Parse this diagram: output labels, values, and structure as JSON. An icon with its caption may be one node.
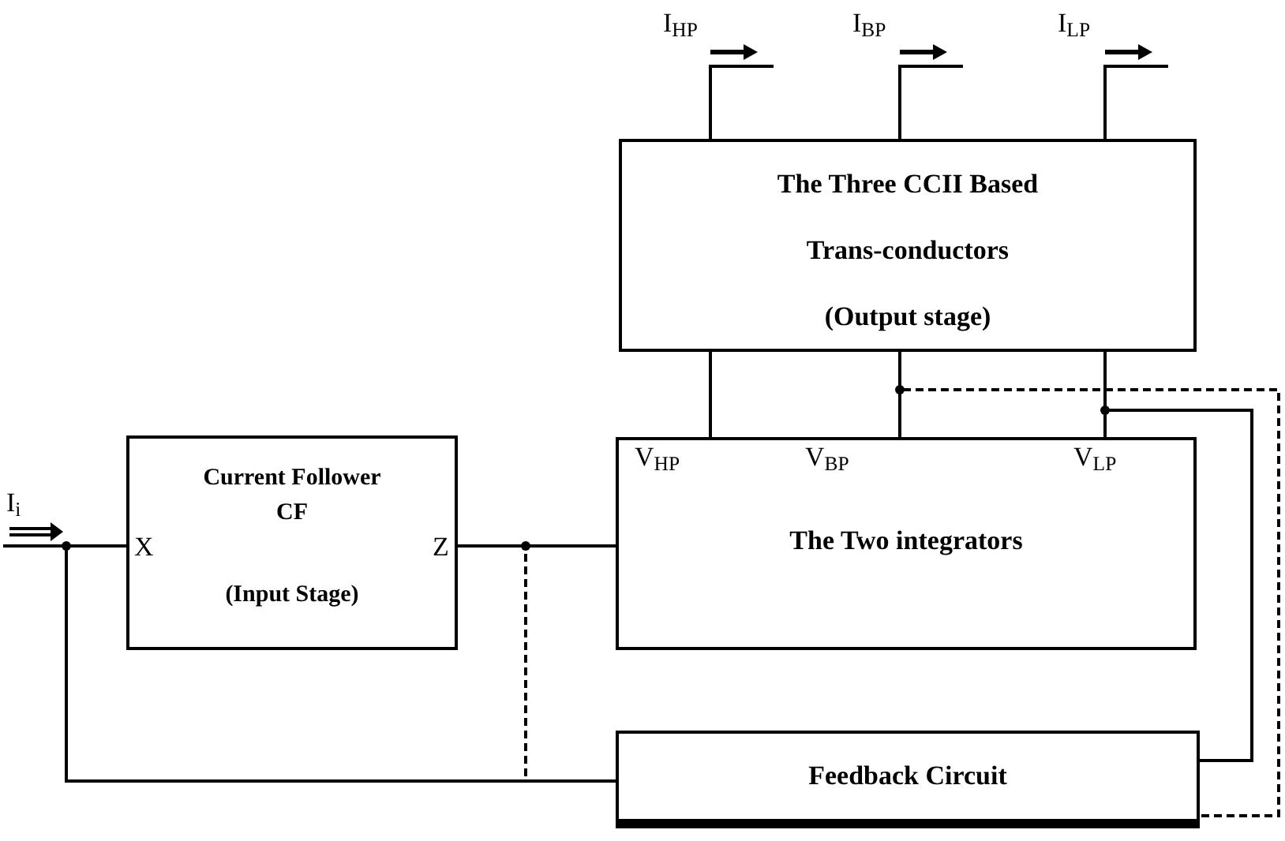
{
  "diagram": {
    "nodes": [
      {
        "text": [
          "Current Follower CF",
          "(Input Stage)"
        ]
      },
      {
        "text": [
          "The Three CCII Based Trans-conductors",
          "(Output stage)"
        ]
      },
      {
        "text": [
          "The Two integrators"
        ]
      },
      {
        "text": [
          "Feedback Circuit"
        ]
      }
    ],
    "edges": [
      {
        "from": null,
        "to": 0,
        "arrow": "none"
      },
      {
        "from": 3,
        "to": 0,
        "arrow": "none"
      },
      {
        "from": 0,
        "to": 2,
        "arrow": "none"
      },
      {
        "from": 0,
        "to": 3,
        "arrow": "none",
        "style": "dashed"
      },
      {
        "from": 1,
        "to": 2,
        "arrow": "none"
      },
      {
        "from": 1,
        "to": 2,
        "arrow": "none"
      },
      {
        "from": 1,
        "to": 2,
        "arrow": "none"
      },
      {
        "from": 2,
        "to": 3,
        "arrow": "none",
        "style": "dashed"
      },
      {
        "from": 2,
        "to": 3,
        "arrow": "none"
      },
      {
        "from": 1,
        "to": null,
        "arrow": "none"
      },
      {
        "from": 1,
        "to": null,
        "arrow": "none"
      },
      {
        "from": 1,
        "to": null,
        "arrow": "none"
      }
    ],
    "labels": [
      "I$_{i}$",
      "X",
      "Z",
      "I$_{HP}$",
      "I$_{BP}$",
      "I$_{LP}$",
      "V$_{HP}$",
      "V$_{BP}$",
      "V$_{LP}$"
    ]
  }
}
